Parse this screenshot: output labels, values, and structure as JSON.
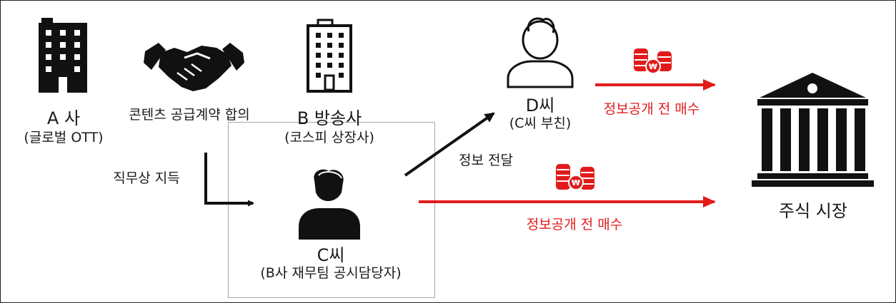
{
  "nodes": {
    "company_a": {
      "name": "A 사",
      "sub": "(글로벌 OTT)"
    },
    "company_b": {
      "name": "B 방송사",
      "sub": "(코스피 상장사)"
    },
    "person_c": {
      "name": "C씨",
      "sub": "(B사 재무팀 공시담당자)"
    },
    "person_d": {
      "name": "D씨",
      "sub": "(C씨 부친)"
    },
    "market": {
      "name": "주식 시장"
    }
  },
  "edges": {
    "contract": "콘텐츠 공급계약 합의",
    "acquire": "직무상 지득",
    "relay": "정보 전달",
    "buy_d": "정보공개 전 매수",
    "buy_c": "정보공개 전 매수"
  },
  "icons": [
    "office-building-icon",
    "handshake-icon",
    "apartment-building-icon",
    "person-icon",
    "coin-stack-icon",
    "stock-exchange-icon"
  ],
  "colors": {
    "accent": "#e11b1b",
    "ink": "#111111"
  }
}
